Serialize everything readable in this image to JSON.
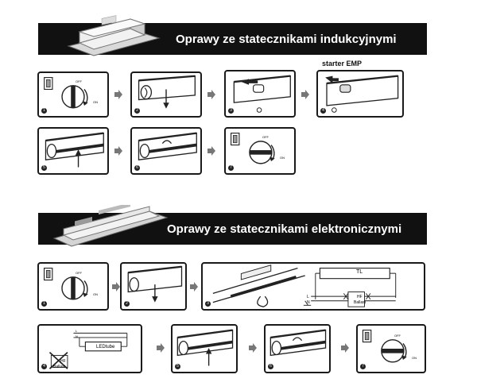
{
  "section_magnetic": {
    "title": "Oprawy ze statecznikami indukcyjnymi",
    "starter_label": "starter EMP",
    "dial_off": "OFF",
    "dial_on": "ON",
    "steps": [
      "1",
      "2",
      "3",
      "4",
      "5",
      "6",
      "7"
    ]
  },
  "section_electronic": {
    "title": "Oprawy ze statecznikami elektronicznymi",
    "dial_off": "OFF",
    "dial_on": "ON",
    "wiring_tl": "TL",
    "wiring_l": "L",
    "wiring_n": "N",
    "hf_ballast_line1": "HF",
    "hf_ballast_line2": "Ballast",
    "ledtube_label": "LEDtube",
    "steps": [
      "1",
      "2",
      "3",
      "4",
      "5",
      "6",
      "7"
    ]
  },
  "colors": {
    "banner_bg": "#111111",
    "banner_text": "#ffffff",
    "line": "#1a1a1a",
    "accent_grey": "#888888"
  }
}
